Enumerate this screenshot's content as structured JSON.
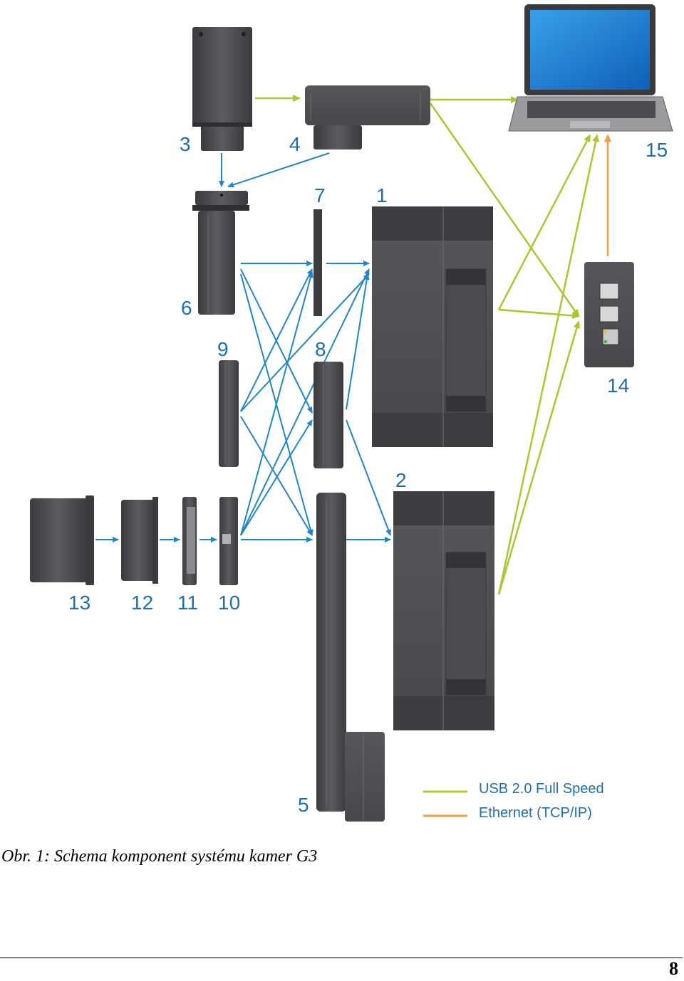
{
  "diagram": {
    "labels": {
      "n1": "1",
      "n2": "2",
      "n3": "3",
      "n4": "4",
      "n5": "5",
      "n6": "6",
      "n7": "7",
      "n8": "8",
      "n9": "9",
      "n10": "10",
      "n11": "11",
      "n12": "12",
      "n13": "13",
      "n14": "14",
      "n15": "15"
    },
    "legend": {
      "usb": "USB 2.0 Full Speed",
      "ethernet": "Ethernet (TCP/IP)"
    },
    "colors": {
      "usb": "#a8c832",
      "ethernet": "#f0a040",
      "optical_path": "#1f86c8",
      "component": "#4a4c50",
      "label": "#1d6fb0"
    }
  },
  "caption": "Obr.  1: Schema komponent systému kamer G3",
  "page_number": "8"
}
